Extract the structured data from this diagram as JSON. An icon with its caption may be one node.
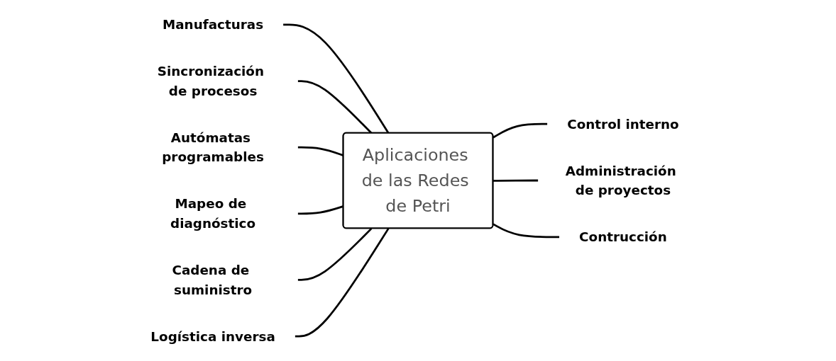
{
  "diagram": {
    "nodes": [
      {
        "text": [
          "Aplicaciones de las Redes de Petri"
        ]
      },
      {
        "text": [
          "Manufacturas"
        ]
      },
      {
        "text": [
          "Sincronización de procesos"
        ]
      },
      {
        "text": [
          "Control interno"
        ]
      },
      {
        "text": [
          "Autómatas programables"
        ]
      },
      {
        "text": [
          "Administración de proyectos"
        ]
      },
      {
        "text": [
          "Mapeo de diagnóstico"
        ]
      },
      {
        "text": [
          "Contrucción"
        ]
      },
      {
        "text": [
          "Cadena de suministro"
        ]
      },
      {
        "text": [
          "Logística inversa"
        ]
      }
    ],
    "edges": [
      {
        "from": 0,
        "to": 1,
        "arrow": "none"
      },
      {
        "from": 0,
        "to": 2,
        "arrow": "none"
      },
      {
        "from": 0,
        "to": 3,
        "arrow": "none"
      },
      {
        "from": 0,
        "to": 4,
        "arrow": "none"
      },
      {
        "from": 0,
        "to": 5,
        "arrow": "none"
      },
      {
        "from": 0,
        "to": 6,
        "arrow": "none"
      },
      {
        "from": 0,
        "to": 7,
        "arrow": "none"
      },
      {
        "from": 0,
        "to": 8,
        "arrow": "none"
      },
      {
        "from": 0,
        "to": 9,
        "arrow": "none"
      }
    ]
  }
}
